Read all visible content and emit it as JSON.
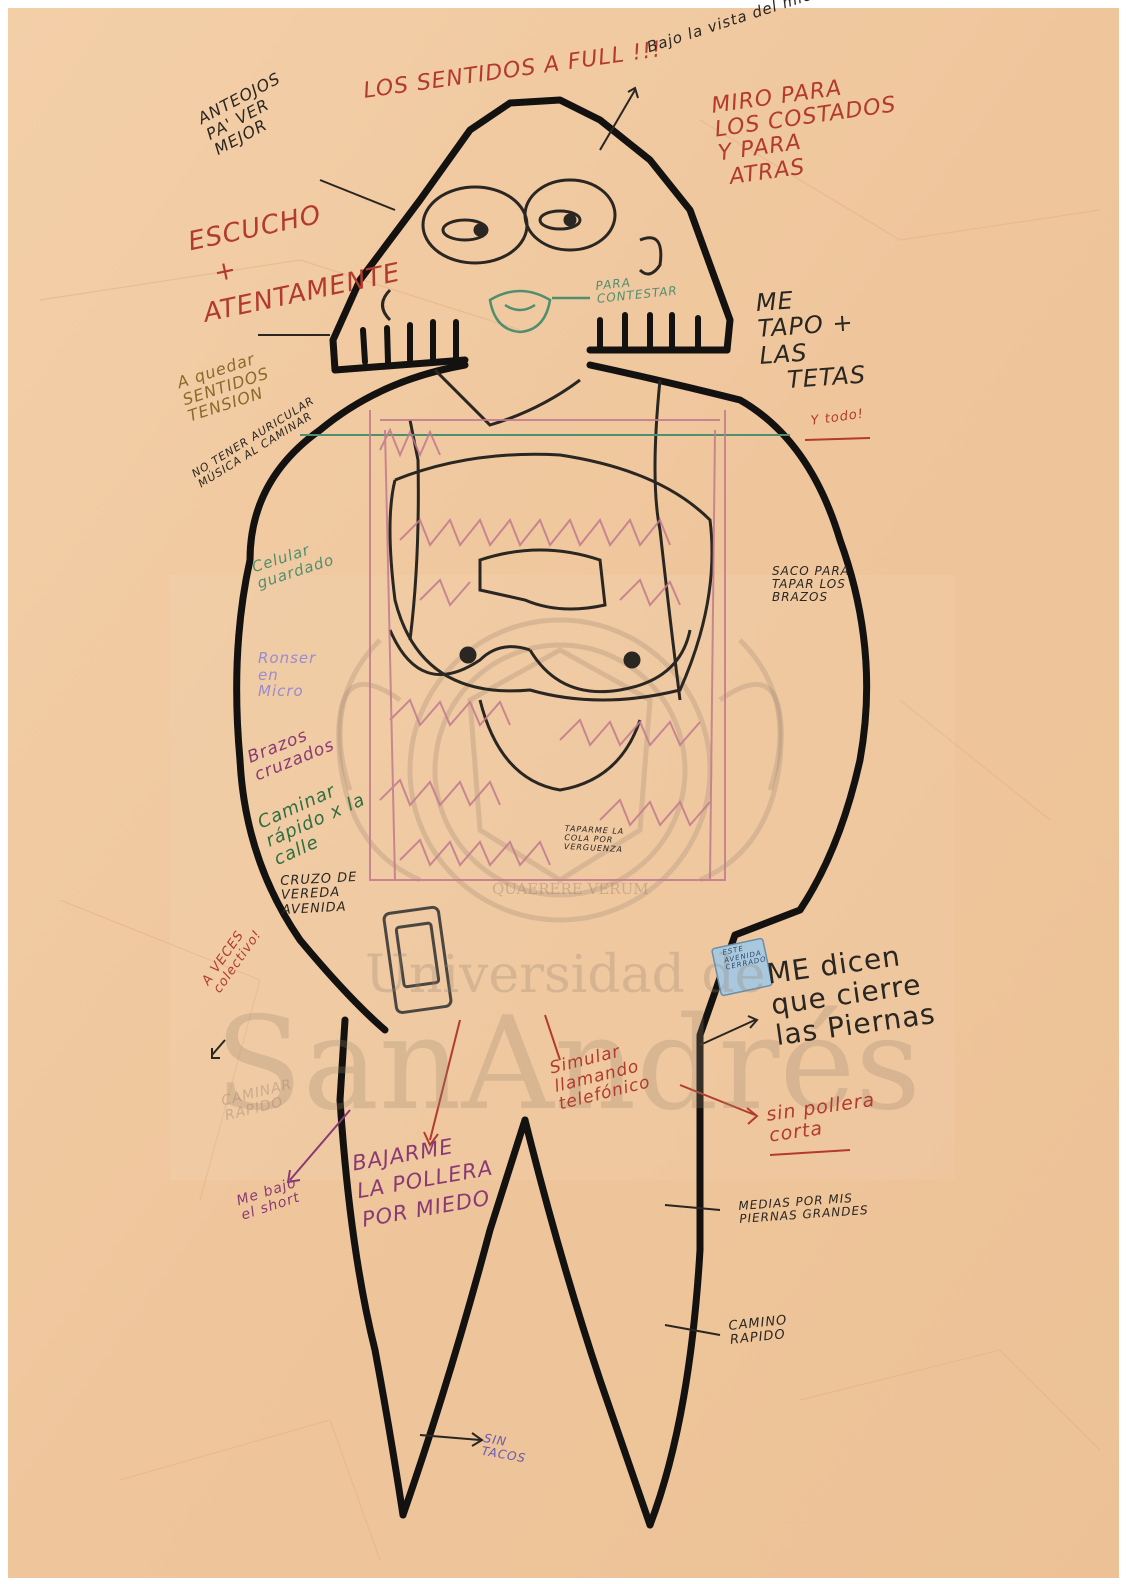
{
  "notes": {
    "los_sentidos": "LOS SENTIDOS A FULL !!!",
    "bajo_la_vista": "Bajo la vista del miedo",
    "miro_para": "MIRO PARA\nLOS COSTADOS\nY PARA\n ATRAS",
    "anteojos": "ANTEOJOS\nPA' VER\nMEJOR",
    "escucho": "ESCUCHO\n  +\nATENTAMENTE",
    "para_contestar": "PARA\nCONTESTAR",
    "me_tapo": "ME\nTAPO +\nLAS\n   TETAS",
    "ya_todo": "Y todo!",
    "sentidos_tension": "A quedar\nSENTIDOS\nTENSION",
    "no_tener_auricular": "NO TENER AURICULAR\nMÚSICA AL CAMINAR",
    "celular_guardado": "Celular\nguardado",
    "saco_para": "SACO PARA\nTAPAR LOS\nBRAZOS",
    "ronser_en_micro": "Ronser\nen\nMicro",
    "brazos_cruzados": "Brazos\ncruzados",
    "caminar_rapido": "Caminar\nrápido x la\ncalle",
    "cruzo_de_vereda": "CRUZO DE\nVEREDA\nAVENIDA",
    "taparme": "TAPARME LA\nCOLA POR\nVERGUENZA",
    "a_veces_colectivo": "A VECES\ncolectivo!",
    "camina_rapido": "CAMINAR\nRAPIDO",
    "me_dicen": "ME dicen\nque cierre\nlas Piernas",
    "simular": "Simular\nllamando\ntelefónico",
    "sin_pollera": "sin pollera\ncorta",
    "bajarme": "BAJARME\nLA POLLERA\nPOR MIEDO",
    "me_bajo_shorts": "Me bajo\nel short",
    "medias": "MEDIAS POR MIS\nPIERNAS GRANDES",
    "camino_rapido": "CAMINO\nRAPIDO",
    "sin_tacos": "SIN\nTACOS",
    "sticker": "ESTE\nAVENIDA\nCERRADO"
  },
  "watermark": {
    "motto": "QUAERERE VERUM",
    "line1": "Universidad de",
    "line2": "SanAndrés"
  },
  "colors": {
    "paper": "#f0c9a0",
    "outline": "#141210",
    "red_ink": "#b23a2e",
    "purple_ink": "#8a3a73",
    "pink_fill": "#c27a8f",
    "green_ink": "#4f8f6f",
    "blue_ink": "#6a5ab0",
    "brown_ink": "#8a6a2a"
  }
}
